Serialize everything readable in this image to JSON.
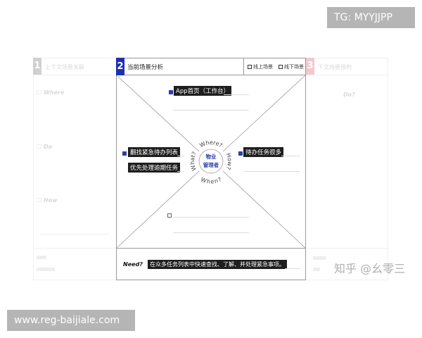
{
  "watermarks": {
    "top": "TG: MYYJJPP",
    "bottom": "www.reg-baijiale.com",
    "zhihu": "知乎 @幺零三"
  },
  "left": {
    "num": "1",
    "title": "上下文场景关联",
    "items": [
      "Where",
      "Do",
      "How"
    ]
  },
  "center": {
    "num": "2",
    "title": "当前场景分析",
    "options": [
      "线上场景",
      "线下场景"
    ],
    "items": [
      {
        "label": "App首页（工作台）",
        "checked": true
      },
      {
        "label": "翻找紧急待办列表",
        "checked": true
      },
      {
        "label": "优先处理逾期任务",
        "checked": false
      },
      {
        "label": "待办任务很多",
        "checked": true
      },
      {
        "label": "",
        "checked": false
      }
    ],
    "hub": {
      "line1": "物业",
      "line2": "管理者",
      "ring": [
        "Where?",
        "How?",
        "When?",
        "What?"
      ]
    },
    "need_label": "Need?",
    "need_text": "在众多任务列表中快速查找、了解、并处理紧急事项。"
  },
  "right": {
    "num": "3",
    "title": "下文场景预判",
    "item": "Do?"
  },
  "colors": {
    "accent": "#1f2fb5",
    "pink": "#f4c7cf",
    "hub_text": "#2b3fa8"
  }
}
